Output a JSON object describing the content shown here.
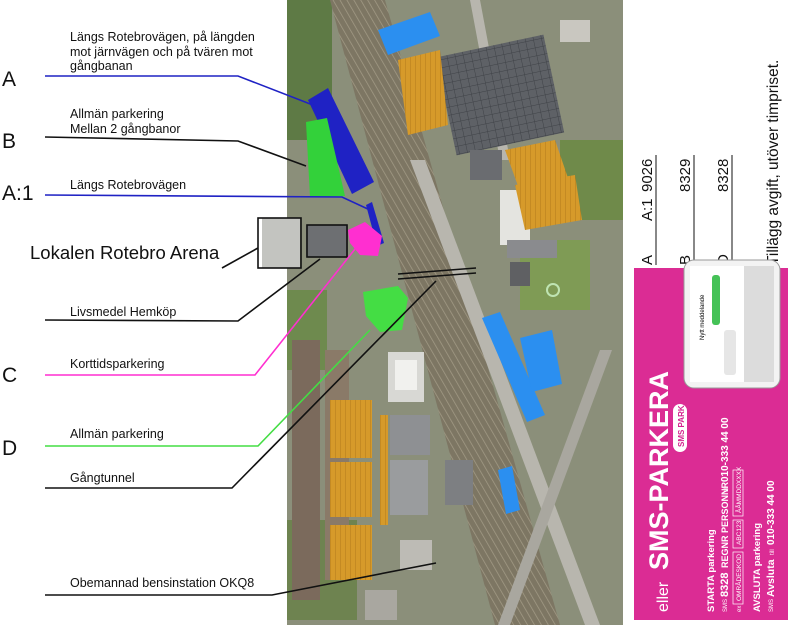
{
  "legend": {
    "a": {
      "letter": "A",
      "text_lines": [
        "Längs Rotebrovägen, på längden",
        "mot järnvägen och på tvären mot",
        "gångbanan"
      ]
    },
    "b": {
      "letter": "B",
      "text_lines": [
        "Allmän parkering",
        "Mellan 2 gångbanor"
      ]
    },
    "a1": {
      "letter": "A:1",
      "text_lines": [
        "Längs Rotebrovägen"
      ]
    },
    "arena": {
      "text": "Lokalen Rotebro Arena"
    },
    "hemkop": {
      "text": "Livsmedel Hemköp"
    },
    "c": {
      "letter": "C",
      "text": "Korttidsparkering"
    },
    "d": {
      "letter": "D",
      "text": "Allmän parkering"
    },
    "tunnel": {
      "text": "Gångtunnel"
    },
    "okq8": {
      "text": "Obemannad bensinstation OKQ8"
    }
  },
  "zone_codes": {
    "rows": [
      {
        "zone": "A",
        "sub": "A:1",
        "code": "9026"
      },
      {
        "zone": "B",
        "sub": "",
        "code": "8329"
      },
      {
        "zone": "D",
        "sub": "",
        "code": "8328"
      }
    ],
    "note": "Tillägg avgift, utöver timpriset."
  },
  "sms_card": {
    "prefix": "eller",
    "title": "SMS-PARKERA",
    "logo_text": "SMS PARK",
    "phone_screen_title": "Nytt meddelande",
    "start_title": "STARTA parkering",
    "start_hint": "SMS",
    "start_code": "8328",
    "start_fields": "REGNR PERSONNR",
    "start_to": "till",
    "start_number": "010-333 44 00",
    "start_example_label": "ex",
    "start_example": "OMRÅDESKOD",
    "start_example2": "ABC123",
    "start_example3": "ÅÅMMDDXXXX",
    "stop_title": "AVSLUTA parkering",
    "stop_hint": "SMS",
    "stop_word": "Avsluta",
    "stop_to": "till",
    "stop_number": "010-333 44 00"
  },
  "colors": {
    "zone_a": "#1f22c4",
    "zone_b": "#33d13a",
    "zone_c": "#ff2fd0",
    "zone_d": "#44dd44",
    "blue_lot": "#2b8ff0",
    "orange_lot": "#d69a2a",
    "card": "#d4238e"
  }
}
